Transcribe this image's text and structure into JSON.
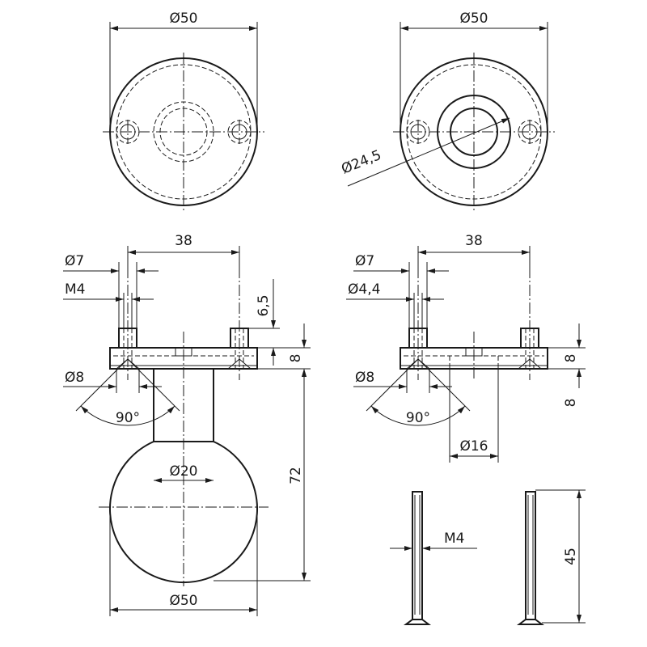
{
  "drawing": {
    "top_left_view": {
      "outer_diameter": "Ø50"
    },
    "top_right_view": {
      "outer_diameter": "Ø50",
      "recess_diameter": "Ø24,5"
    },
    "side_left_view": {
      "hole_spacing": "38",
      "counterbore_diameter": "Ø7",
      "thread": "M4",
      "boss_height": "6,5",
      "plate_thickness": "8",
      "countersink_diameter": "Ø8",
      "countersink_angle": "90°",
      "shaft_diameter": "Ø20",
      "total_height": "72",
      "knob_diameter": "Ø50"
    },
    "side_right_view": {
      "hole_spacing": "38",
      "counterbore_diameter": "Ø7",
      "hole_diameter": "Ø4,4",
      "plate_thickness": "8",
      "countersink_diameter": "Ø8",
      "countersink_angle": "90°",
      "recess_diameter": "Ø16",
      "recess_depth": "8"
    },
    "screw_views": {
      "thread": "M4",
      "length": "45"
    }
  }
}
